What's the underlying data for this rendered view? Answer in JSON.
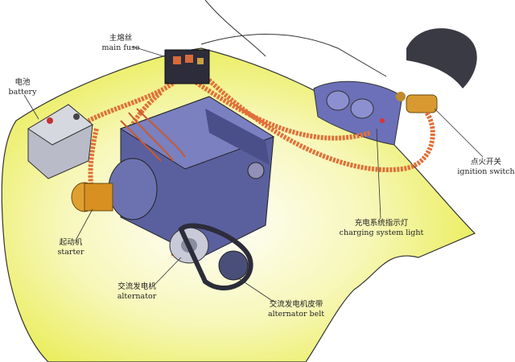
{
  "labels": {
    "main_fuse": {
      "zh": "主熔丝",
      "en": "main fuse"
    },
    "battery": {
      "zh": "电池",
      "en": "battery"
    },
    "ignition_switch": {
      "zh": "点火开关",
      "en": "ignition switch"
    },
    "charging_light": {
      "zh": "充电系统指示灯",
      "en": "charging system light"
    },
    "starter": {
      "zh": "起动机",
      "en": "starter"
    },
    "alternator": {
      "zh": "交流发电机",
      "en": "alternator"
    },
    "alternator_belt": {
      "zh": "交流发电机皮带",
      "en": "alternator belt"
    }
  },
  "colors": {
    "body": "#eef070",
    "engine": "#5a5f9e",
    "wire": "#e0703a",
    "battery": "#b9bcc8",
    "starter": "#e0a030"
  }
}
